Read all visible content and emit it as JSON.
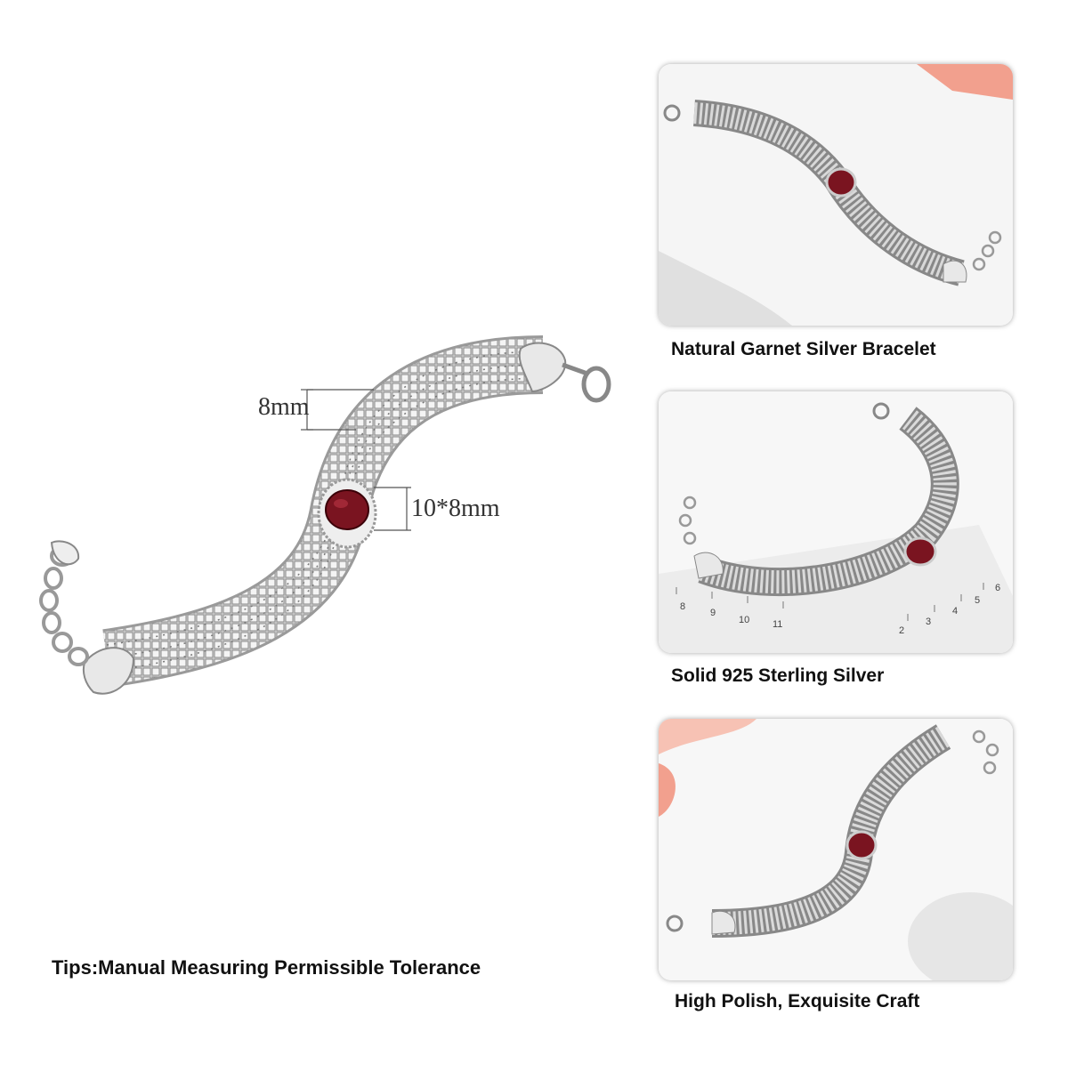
{
  "main": {
    "band_label": "8mm",
    "stone_label": "10*8mm",
    "tips": "Tips:Manual Measuring Permissible Tolerance"
  },
  "cards": [
    {
      "caption": "Natural Garnet Silver Bracelet"
    },
    {
      "caption": "Solid 925 Sterling Silver",
      "ruler_numbers": [
        "8",
        "9",
        "10",
        "11",
        "2",
        "3",
        "4",
        "5",
        "6"
      ]
    },
    {
      "caption": "High Polish, Exquisite Craft"
    }
  ],
  "colors": {
    "silver": "#c8c8c8",
    "silver_dark": "#8a8a8a",
    "garnet": "#7a1420",
    "accent_pink": "#f2a08e"
  }
}
